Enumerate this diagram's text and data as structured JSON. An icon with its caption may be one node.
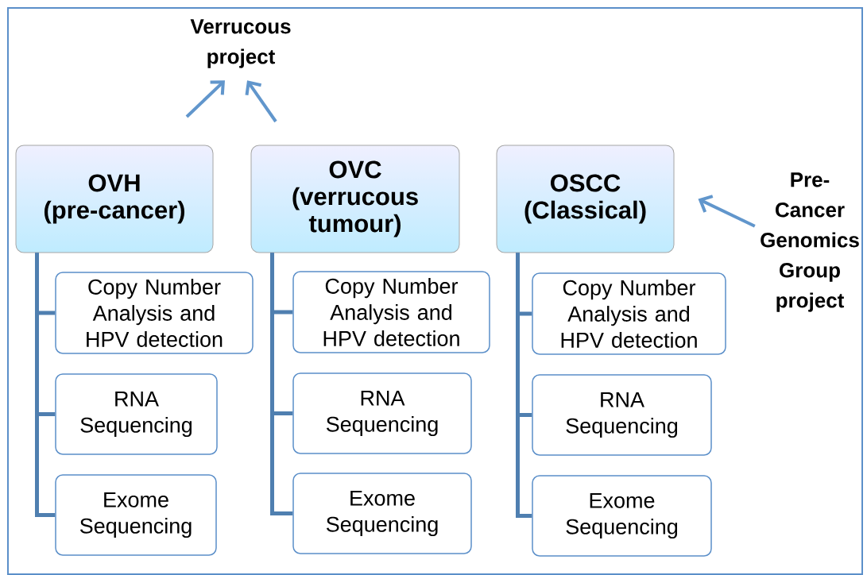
{
  "diagram": {
    "nodes": [
      {
        "text": [
          "Verrucous project"
        ]
      },
      {
        "text": [
          "OVH (pre-cancer)"
        ]
      },
      {
        "text": [
          "OVC (verrucous tumour)"
        ]
      },
      {
        "text": [
          "OSCC (Classical)"
        ]
      },
      {
        "text": [
          "Pre-Cancer Genomics Group project"
        ]
      },
      {
        "text": [
          "Copy Number Analysis and HPV detection"
        ]
      },
      {
        "text": [
          "RNA Sequencing"
        ]
      },
      {
        "text": [
          "Exome Sequencing"
        ]
      },
      {
        "text": [
          "Copy Number Analysis and HPV detection"
        ]
      },
      {
        "text": [
          "RNA Sequencing"
        ]
      },
      {
        "text": [
          "Exome Sequencing"
        ]
      },
      {
        "text": [
          "Copy Number Analysis and HPV detection"
        ]
      },
      {
        "text": [
          "RNA Sequencing"
        ]
      },
      {
        "text": [
          "Exome Sequencing"
        ]
      }
    ],
    "edges": [
      {
        "from": null,
        "to": 0,
        "arrow": "to"
      },
      {
        "from": null,
        "to": 0,
        "arrow": "to"
      },
      {
        "from": 4,
        "to": 3,
        "arrow": "to"
      },
      {
        "from": 1,
        "to": 5,
        "arrow": "none"
      },
      {
        "from": 1,
        "to": 6,
        "arrow": "none"
      },
      {
        "from": 1,
        "to": 7,
        "arrow": "none"
      },
      {
        "from": 2,
        "to": 8,
        "arrow": "none"
      },
      {
        "from": 2,
        "to": 9,
        "arrow": "none"
      },
      {
        "from": 2,
        "to": 10,
        "arrow": "none"
      },
      {
        "from": 3,
        "to": 11,
        "arrow": "none"
      },
      {
        "from": 3,
        "to": 12,
        "arrow": "none"
      },
      {
        "from": 3,
        "to": 13,
        "arrow": "none"
      }
    ]
  }
}
